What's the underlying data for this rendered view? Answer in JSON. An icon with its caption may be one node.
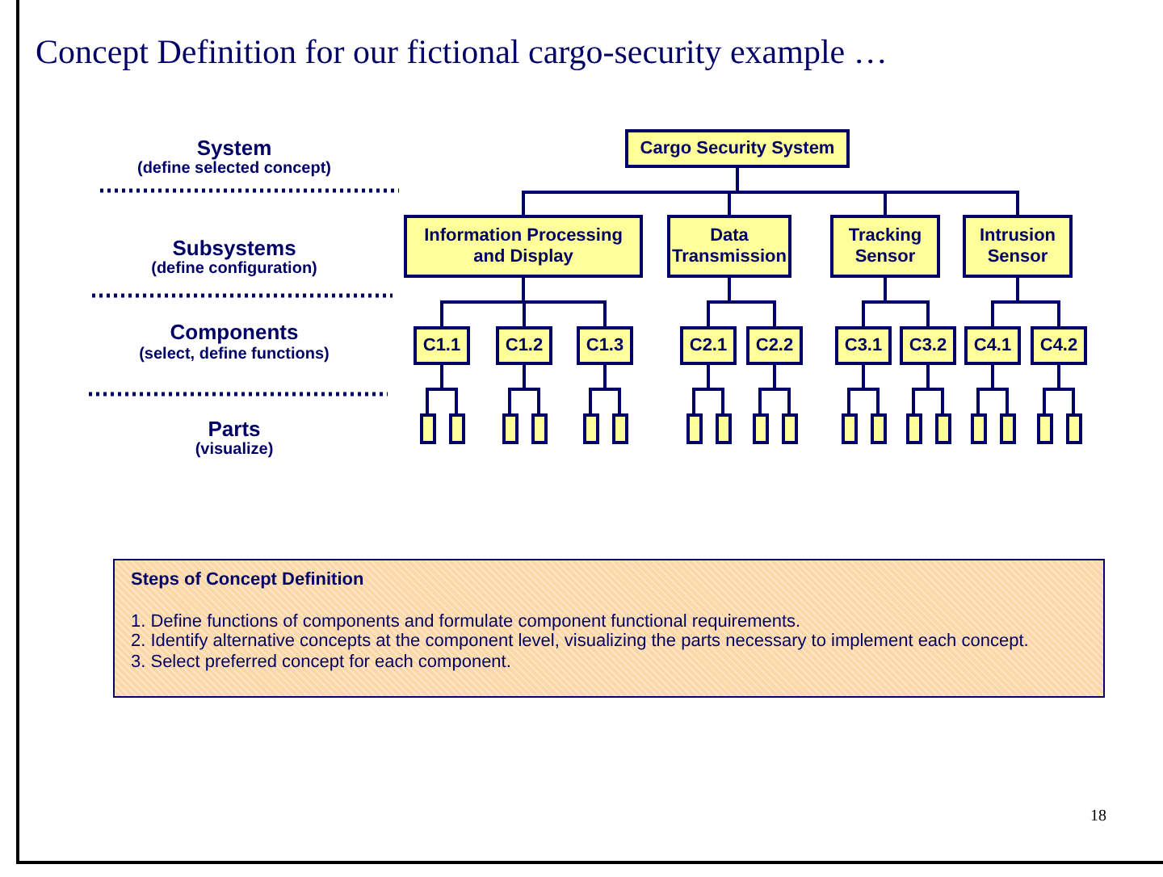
{
  "diagram": {
    "title": "Concept Definition for our fictional cargo-security example …",
    "nodes": [
      {
        "text": [
          "Cargo Security System"
        ]
      },
      {
        "text": [
          "Information Processing and Display"
        ]
      },
      {
        "text": [
          "Data Transmission"
        ]
      },
      {
        "text": [
          "Tracking Sensor"
        ]
      },
      {
        "text": [
          "Intrusion Sensor"
        ]
      },
      {
        "text": [
          "C1.1"
        ]
      },
      {
        "text": [
          "C1.2"
        ]
      },
      {
        "text": [
          "C1.3"
        ]
      },
      {
        "text": [
          "C2.1"
        ]
      },
      {
        "text": [
          "C2.2"
        ]
      },
      {
        "text": [
          "C3.1"
        ]
      },
      {
        "text": [
          "C3.2"
        ]
      },
      {
        "text": [
          "C4.1"
        ]
      },
      {
        "text": [
          "C4.2"
        ]
      },
      {
        "text": [],
        "shape": "box"
      },
      {
        "text": [],
        "shape": "box"
      },
      {
        "text": [],
        "shape": "box"
      },
      {
        "text": [],
        "shape": "box"
      },
      {
        "text": [],
        "shape": "box"
      },
      {
        "text": [],
        "shape": "box"
      },
      {
        "text": [],
        "shape": "box"
      },
      {
        "text": [],
        "shape": "box"
      },
      {
        "text": [],
        "shape": "box"
      },
      {
        "text": [],
        "shape": "box"
      },
      {
        "text": [],
        "shape": "box"
      },
      {
        "text": [],
        "shape": "box"
      },
      {
        "text": [],
        "shape": "box"
      },
      {
        "text": [],
        "shape": "box"
      },
      {
        "text": [],
        "shape": "box"
      },
      {
        "text": [],
        "shape": "box"
      },
      {
        "text": [],
        "shape": "box"
      },
      {
        "text": [],
        "shape": "box"
      },
      {
        "text": [
          "Steps of Concept Definition",
          "1. Define functions of components and formulate component functional requirements.",
          "2. Identify alternative concepts at the component level, visualizing the parts necessary to implement each concept.",
          "3. Select preferred concept for each component."
        ]
      }
    ],
    "edges": [
      {
        "from": 0,
        "to": 1,
        "arrow": "none"
      },
      {
        "from": 0,
        "to": 2,
        "arrow": "none"
      },
      {
        "from": 0,
        "to": 3,
        "arrow": "none"
      },
      {
        "from": 0,
        "to": 4,
        "arrow": "none"
      },
      {
        "from": 1,
        "to": 5,
        "arrow": "none"
      },
      {
        "from": 1,
        "to": 6,
        "arrow": "none"
      },
      {
        "from": 1,
        "to": 7,
        "arrow": "none"
      },
      {
        "from": 2,
        "to": 8,
        "arrow": "none"
      },
      {
        "from": 2,
        "to": 9,
        "arrow": "none"
      },
      {
        "from": 3,
        "to": 10,
        "arrow": "none"
      },
      {
        "from": 3,
        "to": 11,
        "arrow": "none"
      },
      {
        "from": 4,
        "to": 12,
        "arrow": "none"
      },
      {
        "from": 4,
        "to": 13,
        "arrow": "none"
      },
      {
        "from": 5,
        "to": 14,
        "arrow": "none"
      },
      {
        "from": 5,
        "to": 15,
        "arrow": "none"
      },
      {
        "from": 6,
        "to": 16,
        "arrow": "none"
      },
      {
        "from": 6,
        "to": 17,
        "arrow": "none"
      },
      {
        "from": 7,
        "to": 18,
        "arrow": "none"
      },
      {
        "from": 7,
        "to": 19,
        "arrow": "none"
      },
      {
        "from": 8,
        "to": 20,
        "arrow": "none"
      },
      {
        "from": 8,
        "to": 21,
        "arrow": "none"
      },
      {
        "from": 9,
        "to": 22,
        "arrow": "none"
      },
      {
        "from": 9,
        "to": 23,
        "arrow": "none"
      },
      {
        "from": 10,
        "to": 24,
        "arrow": "none"
      },
      {
        "from": 10,
        "to": 25,
        "arrow": "none"
      },
      {
        "from": 11,
        "to": 26,
        "arrow": "none"
      },
      {
        "from": 11,
        "to": 27,
        "arrow": "none"
      },
      {
        "from": 12,
        "to": 28,
        "arrow": "none"
      },
      {
        "from": 12,
        "to": 29,
        "arrow": "none"
      },
      {
        "from": 13,
        "to": 30,
        "arrow": "none"
      },
      {
        "from": 13,
        "to": 31,
        "arrow": "none"
      }
    ],
    "labels": [
      "System",
      "(define selected concept)",
      "Subsystems",
      "(define configuration)",
      "Components",
      "(select, define functions)",
      "Parts",
      "(visualize)",
      "18"
    ]
  }
}
